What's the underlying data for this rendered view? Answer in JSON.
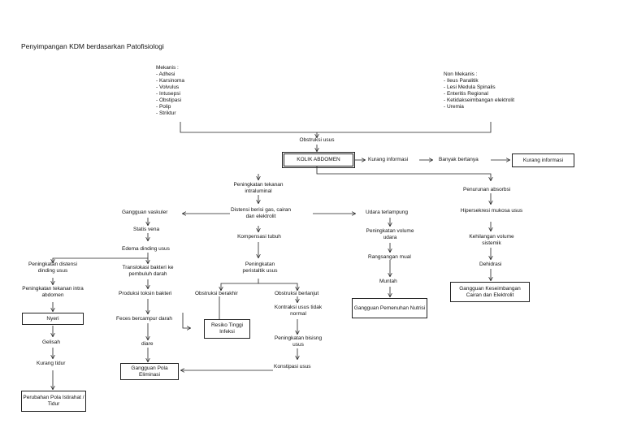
{
  "title": "Penyimpangan KDM berdasarkan Patofisiologi",
  "mekanis": {
    "heading": "Mekanis :",
    "items": [
      "-  Adhesi",
      "-  Karsinoma",
      "-  Volvulus",
      "-  Intusepsi",
      "-  Obstipasi",
      "-  Polip",
      "-  Striktur"
    ]
  },
  "non_mekanis": {
    "heading": "Non Mekanis :",
    "items": [
      "-  Ileus Paralitik",
      "-  Lesi Medula Spinalis",
      "-  Enteritis Regional",
      "-  Ketidakseimbangan elektrolit",
      "-  Uremia"
    ]
  },
  "nodes": {
    "obstruksi": "Obstruksi usus",
    "kolik": "KOLIK ABDOMEN",
    "kurang_info_text": "Kurang informasi",
    "banyak_bertanya": "Banyak bertanya",
    "kurang_info_box": "Kurang informasi",
    "peningkatan_tekanan": "Peningkatan tekanan intraluminal",
    "distensi": "Distensi berisi gas, cairan dan elektrolit",
    "kompensasi": "Kompensasi tubuh",
    "peristaltik": "Peningkatan peristaltik usus",
    "gangguan_vaskuler": "Gangguan vaskuler",
    "statis_vena": "Statis vena",
    "edema": "Edema dinding usus",
    "distensi_dinding": "Peningkatan distensi dinding usus",
    "tekanan_abdomen": "Peningkatan tekanan intra abdomen",
    "nyeri": "Nyeri",
    "gelisah": "Gelisah",
    "kurang_tidur": "Kurang tidur",
    "pola_istirahat": "Perubahan Pola Istirahat / Tidur",
    "translokasi": "Translokasi bakteri ke pembuluh darah",
    "produksi_toksin": "Produksi toksin bakteri",
    "feces": "Feces bercampur darah",
    "diare": "diare",
    "gangguan_eliminasi": "Gangguan Pola Eliminasi",
    "obstruksi_berakhir": "Obstruksi berakhir",
    "obstruksi_berlanjut": "Obstruksi berlanjut",
    "resiko_infeksi": "Resiko Tinggi Infeksi",
    "kontraksi": "Kontraksi usus tidak normal",
    "bising_usus": "Peningkatan bisisng usus",
    "konstipasi": "Konstipasi usus",
    "udara_terlampung": "Udara terlampung",
    "volume_udara": "Peningkatan volume udara",
    "rangsangan_mual": "Rangsangan mual",
    "muntah": "Muntah",
    "pemenuhan_nutrisi": "Gangguan Pemenuhan Nutrisi",
    "penurunan_absorbsi": "Penurunan absorbsi",
    "hipersekresi": "Hipersekresi mukosa usus",
    "kehilangan_volume": "Kehilangan volume sistemik",
    "dehidrasi": "Dehidrasi",
    "keseimbangan_cairan": "Gangguan Keseimbangan Cairan dan Elektrolit"
  }
}
